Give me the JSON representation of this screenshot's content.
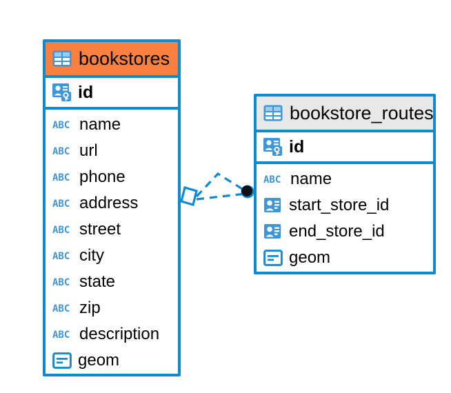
{
  "diagram": {
    "type": "er-diagram",
    "background": "#ffffff",
    "accent_color": "#0d8bd0",
    "highlight_color": "#fa8040",
    "header_color": "#e8e8e8"
  },
  "entities": [
    {
      "name": "bookstores",
      "header_icon": "table-icon",
      "header_style": "highlighted",
      "primary_key": {
        "label": "id",
        "icon": "primary-key-icon",
        "type": "pk"
      },
      "fields": [
        {
          "label": "name",
          "icon": "abc-icon",
          "type": "text"
        },
        {
          "label": "url",
          "icon": "abc-icon",
          "type": "text"
        },
        {
          "label": "phone",
          "icon": "abc-icon",
          "type": "text"
        },
        {
          "label": "address",
          "icon": "abc-icon",
          "type": "text"
        },
        {
          "label": "street",
          "icon": "abc-icon",
          "type": "text"
        },
        {
          "label": "city",
          "icon": "abc-icon",
          "type": "text"
        },
        {
          "label": "state",
          "icon": "abc-icon",
          "type": "text"
        },
        {
          "label": "zip",
          "icon": "abc-icon",
          "type": "text"
        },
        {
          "label": "description",
          "icon": "abc-icon",
          "type": "text"
        },
        {
          "label": "geom",
          "icon": "geometry-icon",
          "type": "geometry"
        }
      ]
    },
    {
      "name": "bookstore_routes",
      "header_icon": "table-icon",
      "header_style": "default",
      "primary_key": {
        "label": "id",
        "icon": "primary-key-icon",
        "type": "pk"
      },
      "fields": [
        {
          "label": "name",
          "icon": "abc-icon",
          "type": "text"
        },
        {
          "label": "start_store_id",
          "icon": "foreign-key-icon",
          "type": "fk"
        },
        {
          "label": "end_store_id",
          "icon": "foreign-key-icon",
          "type": "fk"
        },
        {
          "label": "geom",
          "icon": "geometry-icon",
          "type": "geometry"
        }
      ]
    }
  ],
  "relationship": {
    "source_entity": "bookstores",
    "target_entity": "bookstore_routes",
    "source_marker": "diamond-open-marker",
    "target_marker": "filled-circle-marker",
    "line_style": "dashed",
    "line_color": "#0d8bd0",
    "cardinality": "one-to-many"
  }
}
